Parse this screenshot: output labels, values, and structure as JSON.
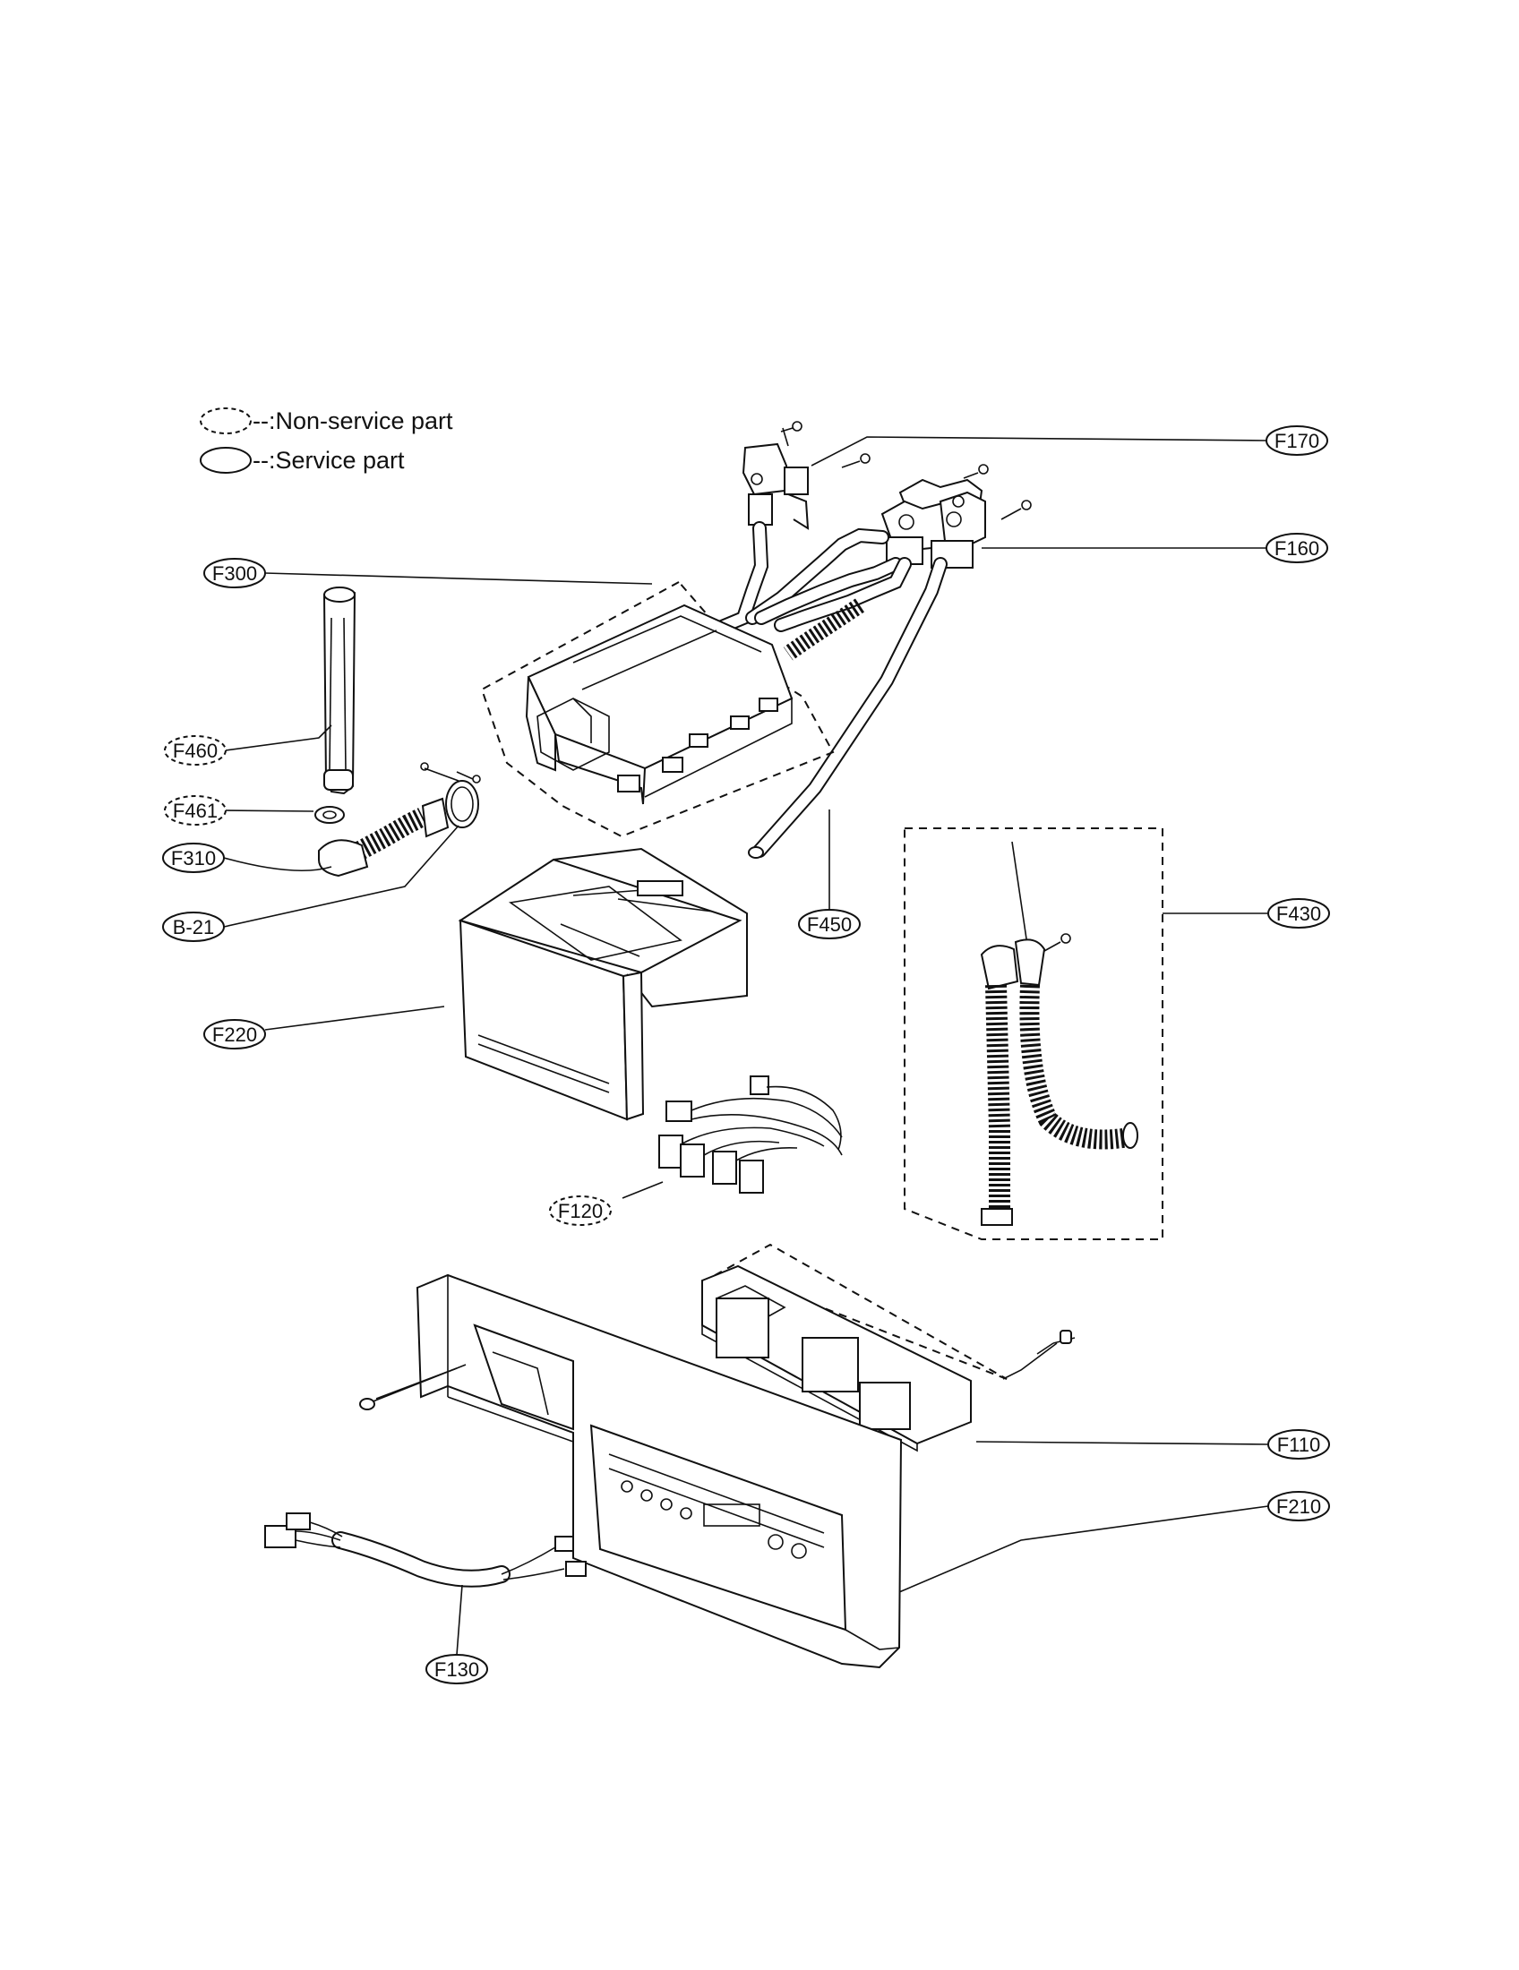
{
  "legend": {
    "non_service": "--:Non-service part",
    "service": "--:Service part"
  },
  "callouts": {
    "F170": "F170",
    "F160": "F160",
    "F300": "F300",
    "F460": "F460",
    "F461": "F461",
    "F310": "F310",
    "B21": "B-21",
    "F450": "F450",
    "F430": "F430",
    "F220": "F220",
    "F120": "F120",
    "F110": "F110",
    "F210": "F210",
    "F130": "F130"
  }
}
